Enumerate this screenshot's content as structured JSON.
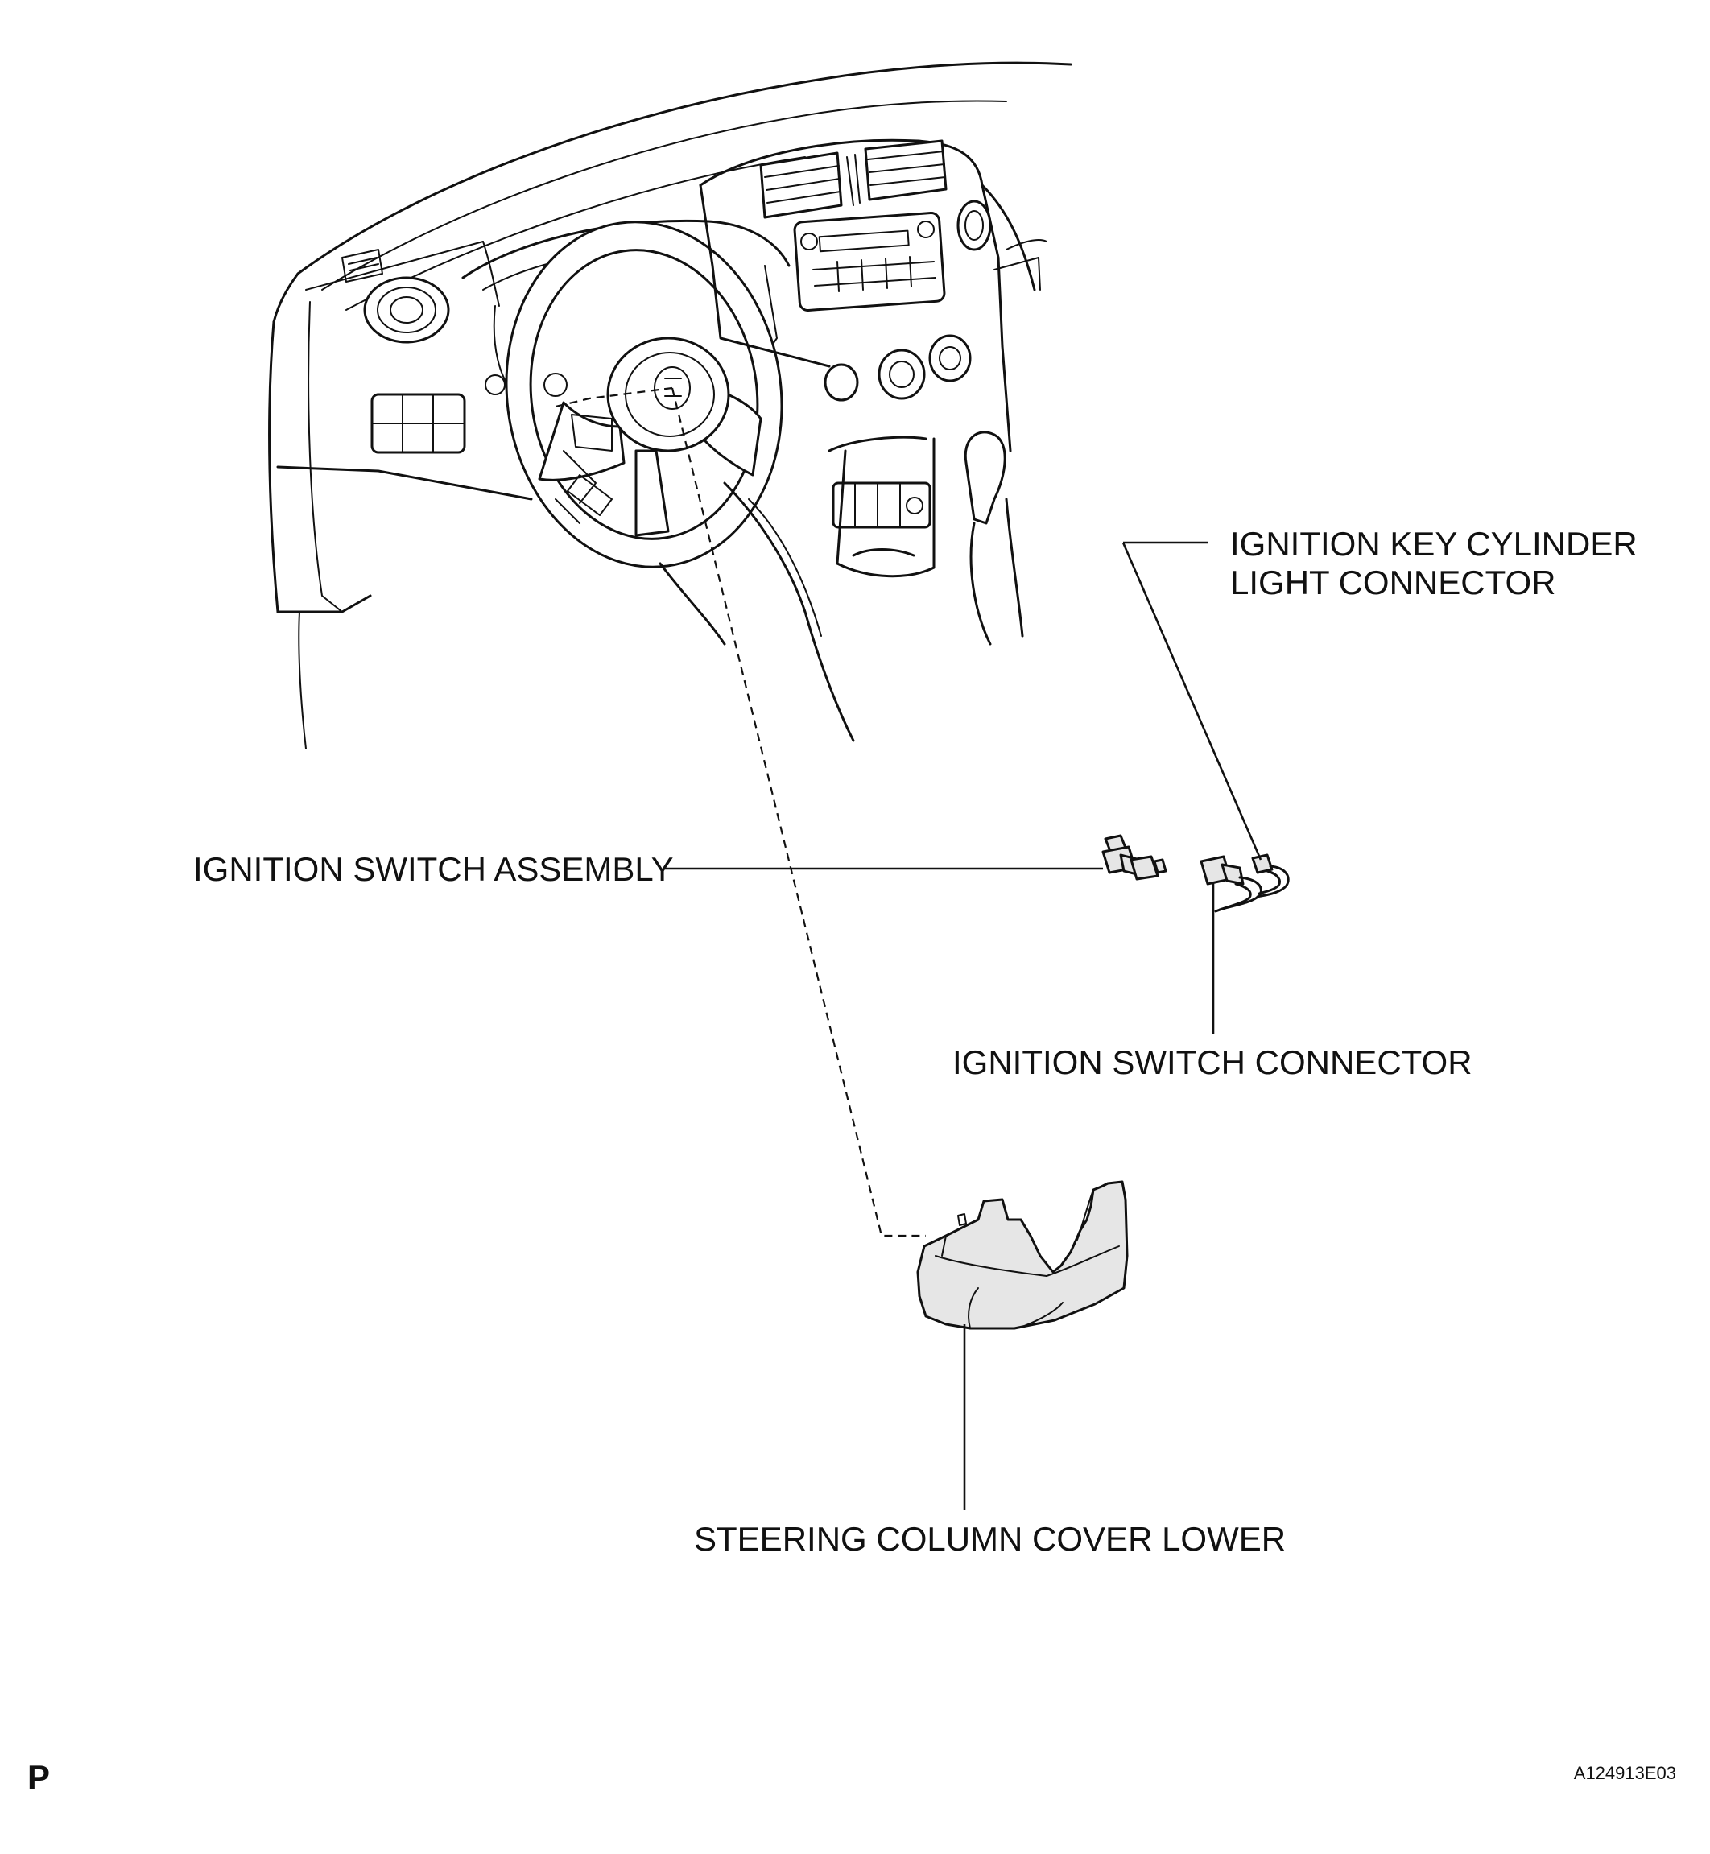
{
  "labels": {
    "key_cylinder_line1": "IGNITION KEY CYLINDER",
    "key_cylinder_line2": "LIGHT CONNECTOR",
    "switch_assembly": "IGNITION SWITCH ASSEMBLY",
    "switch_connector": "IGNITION SWITCH CONNECTOR",
    "column_cover": "STEERING COLUMN COVER LOWER"
  },
  "corner_mark": "P",
  "figure_code": "A124913E03"
}
